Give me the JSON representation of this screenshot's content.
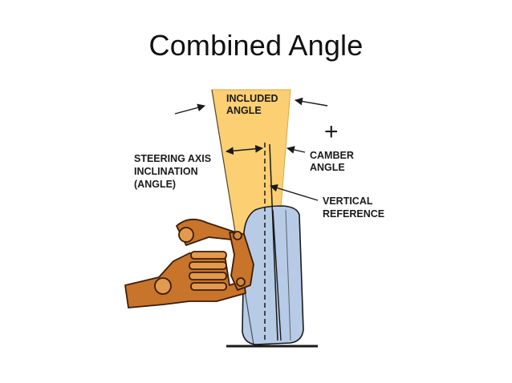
{
  "slide": {
    "title": "Combined Angle"
  },
  "diagram": {
    "labels": {
      "included_angle": [
        "INCLUDED",
        "ANGLE"
      ],
      "steering_axis": [
        "STEERING AXIS",
        "INCLINATION",
        "(ANGLE)"
      ],
      "camber_angle": [
        "CAMBER",
        "ANGLE"
      ],
      "vertical_reference": [
        "VERTICAL",
        "REFERENCE"
      ],
      "plus_sign": "+"
    },
    "colors": {
      "included_wedge": "#fbcf72",
      "tire": "#b7cbe6",
      "suspension": "#c8742a",
      "outline": "#1a1a1a"
    }
  }
}
